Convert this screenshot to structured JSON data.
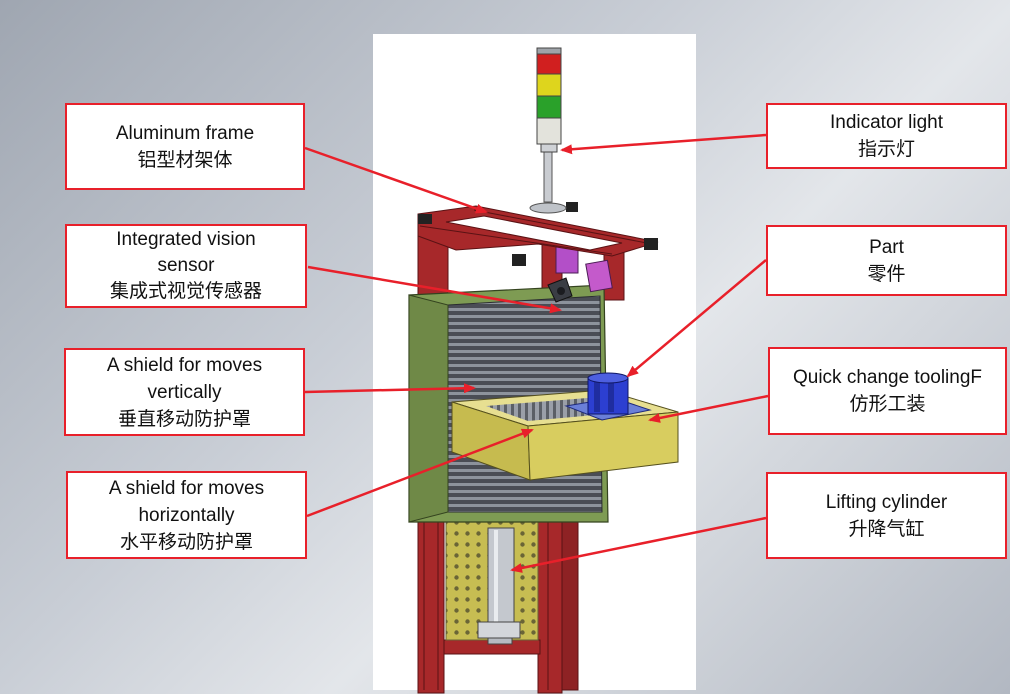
{
  "colors": {
    "callout_border": "#e8202a",
    "leader": "#e8202a",
    "frame": "#a7282a",
    "shield": "#7e9b53",
    "tray": "#d2c86a",
    "fixture": "#2c3fd1"
  },
  "callouts": {
    "aluminum_frame": {
      "en": "Aluminum frame",
      "zh": "铝型材架体"
    },
    "vision_sensor": {
      "en_line1": "Integrated vision",
      "en_line2": "sensor",
      "zh": "集成式视觉传感器"
    },
    "vertical_shield": {
      "en_line1": "A shield for moves",
      "en_line2": "vertically",
      "zh": "垂直移动防护罩"
    },
    "horizontal_shield": {
      "en_line1": "A shield for moves",
      "en_line2": "horizontally",
      "zh": "水平移动防护罩"
    },
    "indicator_light": {
      "en": "Indicator light",
      "zh": "指示灯"
    },
    "part": {
      "en": "Part",
      "zh": "零件"
    },
    "quick_change_tooling": {
      "en": "Quick change toolingF",
      "zh": "仿形工装"
    },
    "lifting_cylinder": {
      "en": "Lifting cylinder",
      "zh": "升降气缸"
    }
  }
}
